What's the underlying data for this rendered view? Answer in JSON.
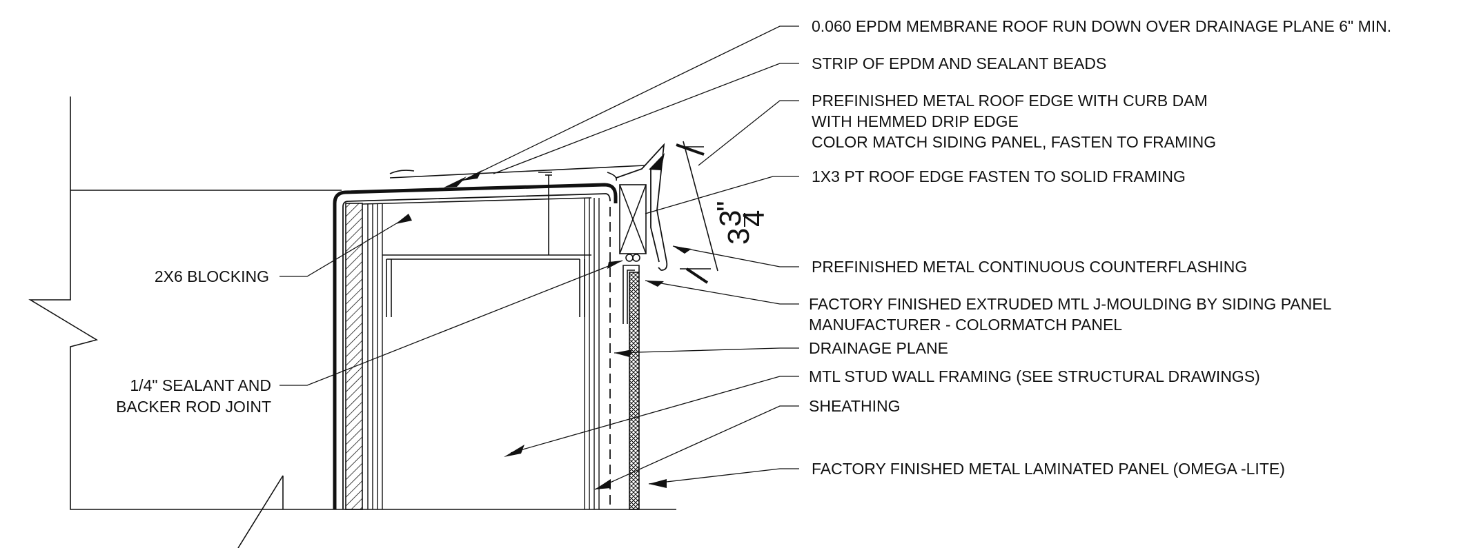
{
  "labels": {
    "membrane": "0.060 EPDM MEMBRANE ROOF RUN DOWN OVER DRAINAGE PLANE 6\" MIN.",
    "strip": "STRIP OF EPDM AND SEALANT BEADS",
    "roof_edge": [
      "PREFINISHED METAL ROOF EDGE WITH CURB DAM",
      "WITH HEMMED DRIP EDGE",
      "COLOR MATCH SIDING PANEL, FASTEN TO FRAMING"
    ],
    "pt_edge": "1X3 PT ROOF EDGE FASTEN TO SOLID FRAMING",
    "counterflashing": "PREFINISHED METAL CONTINUOUS COUNTERFLASHING",
    "j_moulding": [
      "FACTORY FINISHED EXTRUDED MTL J-MOULDING BY SIDING PANEL",
      "MANUFACTURER - COLORMATCH PANEL"
    ],
    "drainage": "DRAINAGE PLANE",
    "stud": "MTL STUD WALL FRAMING (SEE STRUCTURAL DRAWINGS)",
    "sheathing": "SHEATHING",
    "panel": "FACTORY FINISHED METAL LAMINATED PANEL (OMEGA -LITE)",
    "blocking": "2X6 BLOCKING",
    "sealant": [
      "1/4\" SEALANT AND",
      "BACKER ROD JOINT"
    ]
  },
  "dimension": {
    "whole": "3",
    "numerator": "3",
    "denominator": "4",
    "unit": "\""
  }
}
